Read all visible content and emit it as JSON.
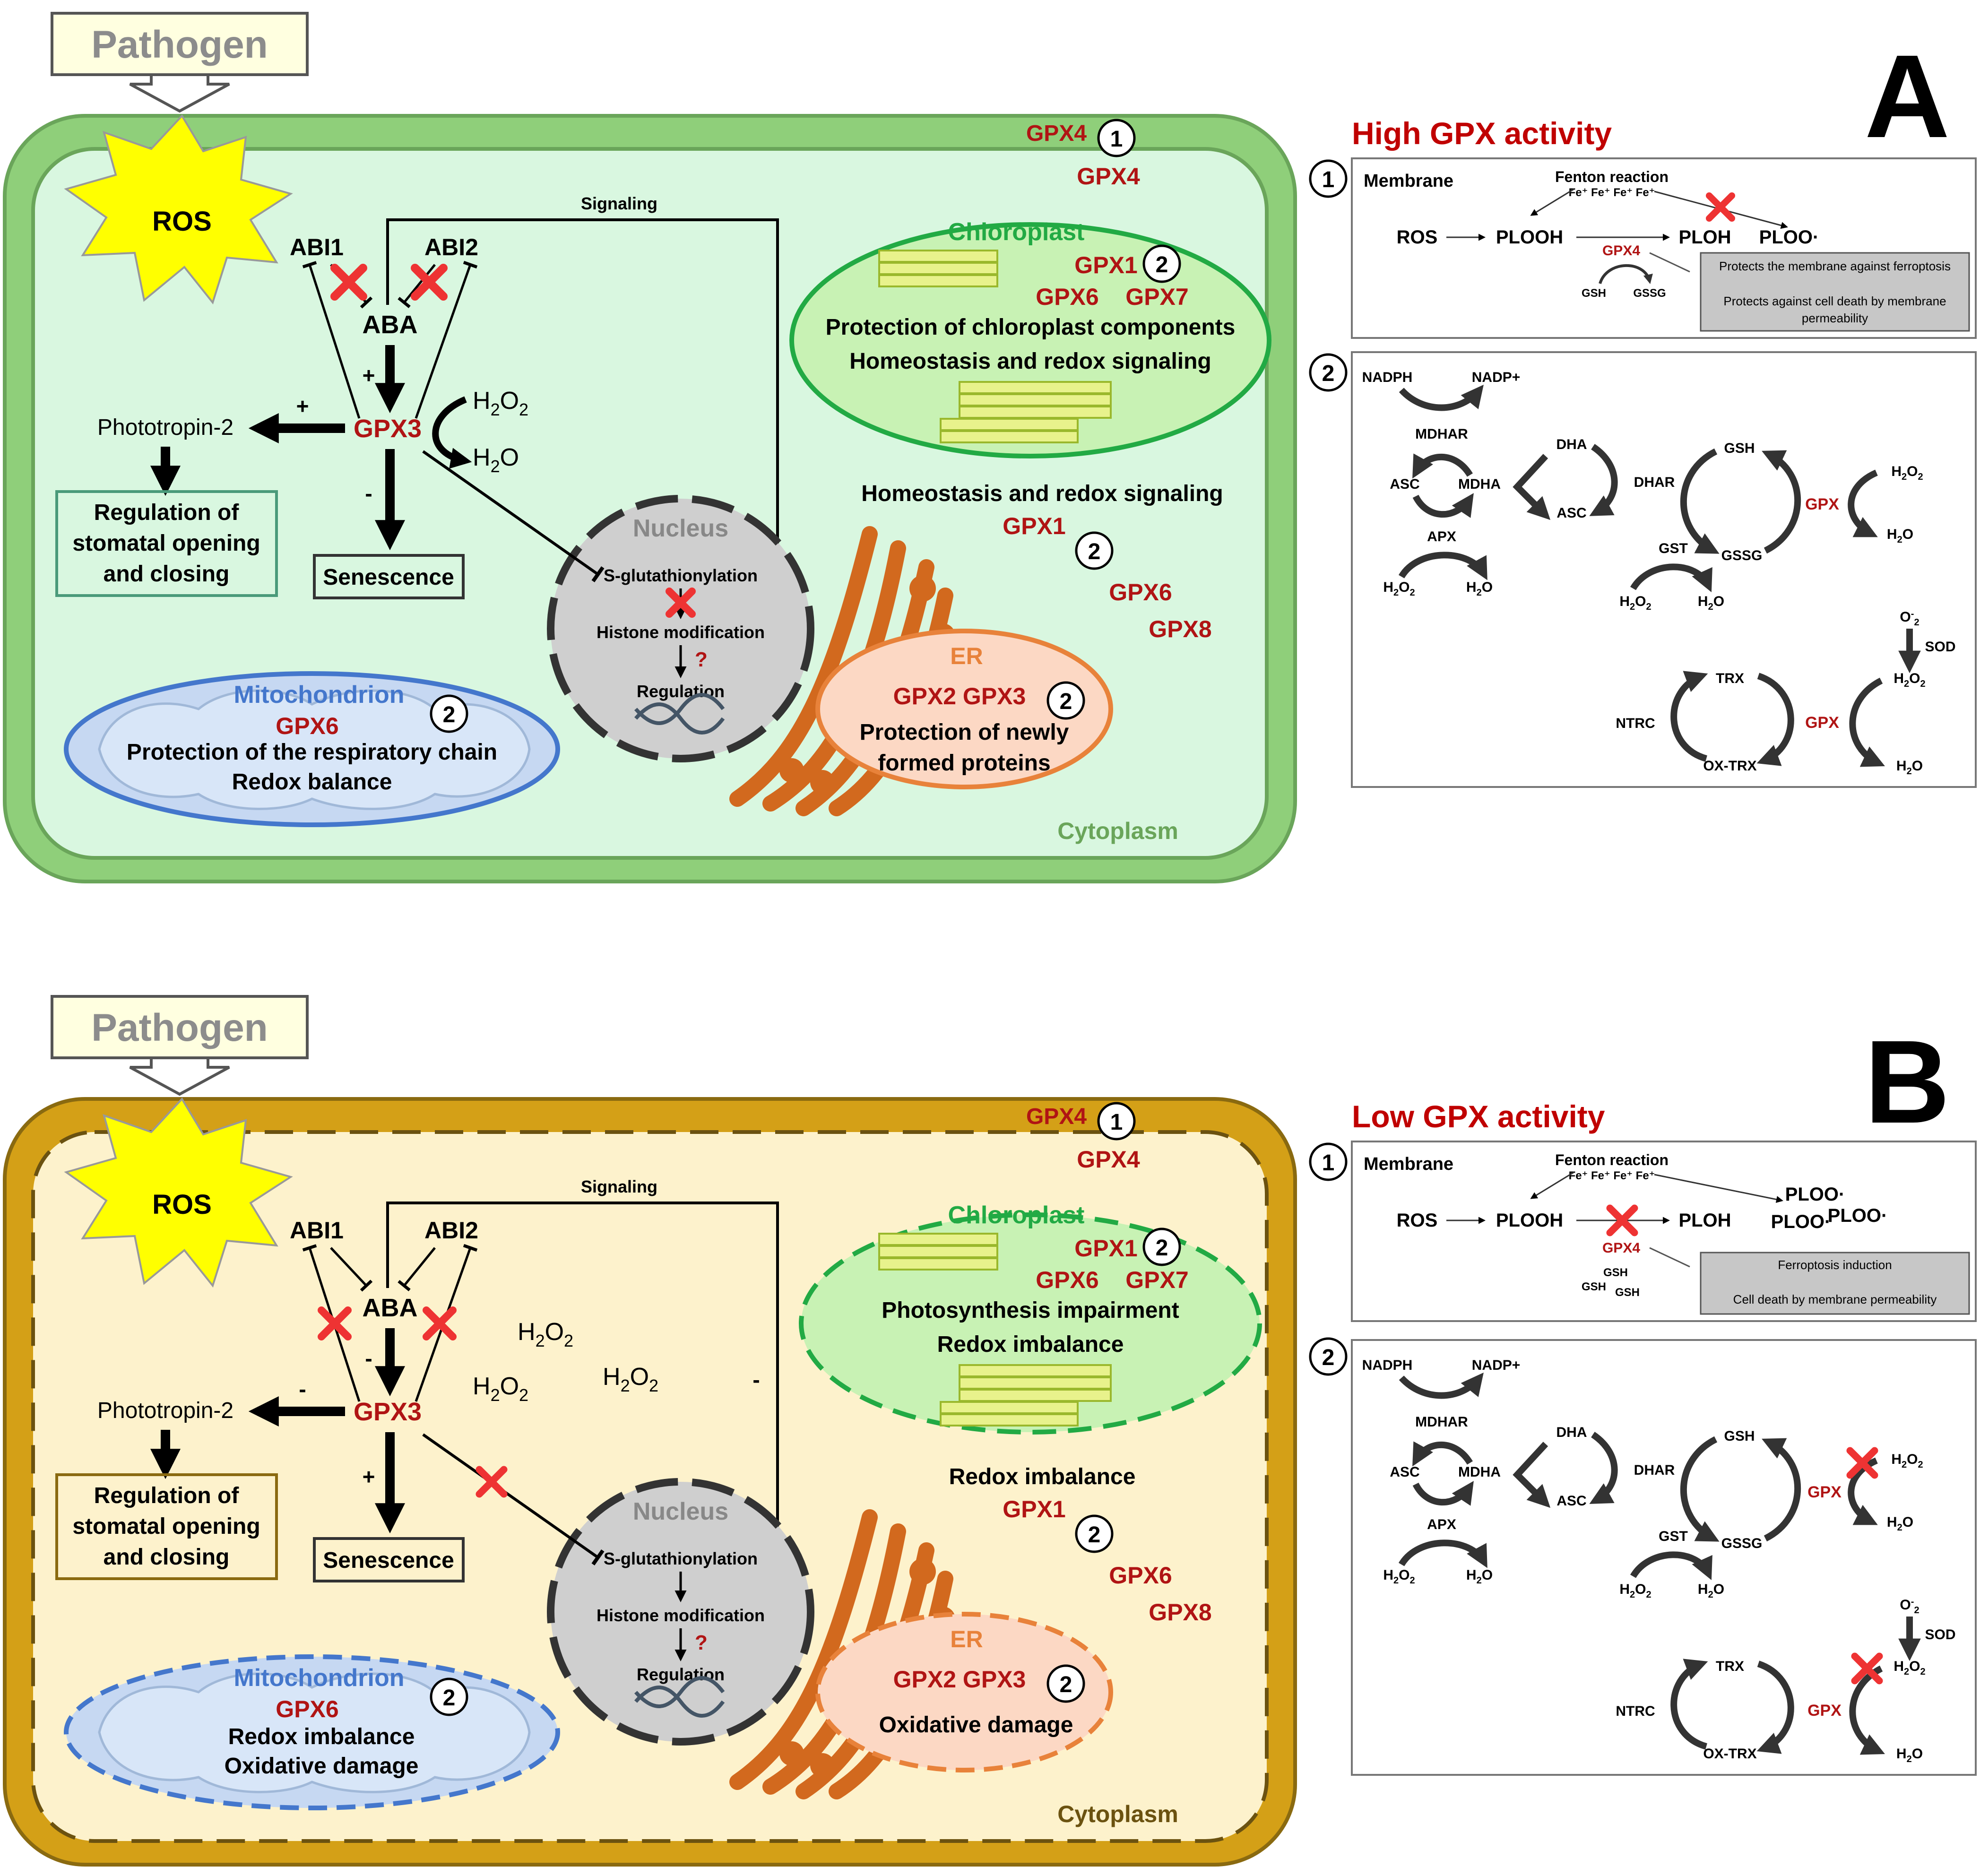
{
  "panel_a": {
    "letter": "A",
    "pathogen": "Pathogen",
    "ros": "ROS",
    "abi1": "ABI1",
    "abi2": "ABI2",
    "aba": "ABA",
    "gpx3": "GPX3",
    "h2o2": "H2O2",
    "h2o": "H2O",
    "phototropin": "Phototropin-2",
    "stomata": [
      "Regulation of",
      "stomatal opening",
      "and closing"
    ],
    "senescence": "Senescence",
    "signaling": "Signaling",
    "sign_aba": "+",
    "sign_photo": "+",
    "sign_sen": "-",
    "nucleus": {
      "title": "Nucleus",
      "s_glut": "S-glutathionylation",
      "histone": "Histone modification",
      "question": "?",
      "regulation": "Regulation"
    },
    "mito": {
      "title": "Mitochondrion",
      "gpx": "GPX6",
      "lines": [
        "Protection of the respiratory chain",
        "Redox balance"
      ]
    },
    "chloro": {
      "title": "Chloroplast",
      "gpx1": "GPX1",
      "gpx6": "GPX6",
      "gpx7": "GPX7",
      "lines": [
        "Protection of chloroplast components",
        "Homeostasis and redox signaling"
      ]
    },
    "er": {
      "title": "ER",
      "gpx": "GPX2 GPX3",
      "lines": [
        "Protection of newly",
        "formed proteins"
      ]
    },
    "cyto": {
      "title": "Homeostasis and redox signaling",
      "gpx1": "GPX1",
      "gpx6": "GPX6",
      "gpx8": "GPX8"
    },
    "membrane_gpx_outer": "GPX4",
    "membrane_gpx_inner": "GPX4",
    "cytoplasm": "Cytoplasm",
    "circle1": "1",
    "circle2": "2",
    "right": {
      "heading": "High GPX activity",
      "membrane_label": "Membrane",
      "fenton": "Fenton reaction",
      "fe": "Fe⁺ Fe⁺ Fe⁺ Fe⁺",
      "ros": "ROS",
      "plooh": "PLOOH",
      "ploh": "PLOH",
      "ploo": "PLOO·",
      "gpx4": "GPX4",
      "gsh": "GSH",
      "gssg": "GSSG",
      "box_lines": [
        "Protects the membrane against ferroptosis",
        "Protects against cell death by membrane",
        "permeability"
      ]
    }
  },
  "panel_b": {
    "letter": "B",
    "pathogen": "Pathogen",
    "ros": "ROS",
    "abi1": "ABI1",
    "abi2": "ABI2",
    "aba": "ABA",
    "gpx3": "GPX3",
    "h2o2": "H2O2",
    "phototropin": "Phototropin-2",
    "stomata": [
      "Regulation of",
      "stomatal opening",
      "and closing"
    ],
    "senescence": "Senescence",
    "signaling": "Signaling",
    "sign_aba": "-",
    "sign_photo": "-",
    "sign_sen": "+",
    "sign_signal": "-",
    "nucleus": {
      "title": "Nucleus",
      "s_glut": "S-glutathionylation",
      "histone": "Histone modification",
      "question": "?",
      "regulation": "Regulation"
    },
    "mito": {
      "title": "Mitochondrion",
      "gpx": "GPX6",
      "lines": [
        "Redox imbalance",
        "Oxidative damage"
      ]
    },
    "chloro": {
      "title": "Chloroplast",
      "gpx1": "GPX1",
      "gpx6": "GPX6",
      "gpx7": "GPX7",
      "lines": [
        "Photosynthesis impairment",
        "Redox imbalance"
      ]
    },
    "er": {
      "title": "ER",
      "gpx": "GPX2 GPX3",
      "lines": [
        "Oxidative damage"
      ]
    },
    "cyto": {
      "title": "Redox imbalance",
      "gpx1": "GPX1",
      "gpx6": "GPX6",
      "gpx8": "GPX8"
    },
    "membrane_gpx_outer": "GPX4",
    "membrane_gpx_inner": "GPX4",
    "cytoplasm": "Cytoplasm",
    "circle1": "1",
    "circle2": "2",
    "right": {
      "heading": "Low GPX activity",
      "membrane_label": "Membrane",
      "fenton": "Fenton reaction",
      "fe": "Fe⁺ Fe⁺ Fe⁺ Fe⁺",
      "ros": "ROS",
      "plooh": "PLOOH",
      "ploh": "PLOH",
      "ploo": "PLOO·",
      "gpx4": "GPX4",
      "gsh": "GSH",
      "box_lines": [
        "Ferroptosis induction",
        "Cell death by membrane permeability"
      ]
    }
  },
  "cycle": {
    "nadph": "NADPH",
    "nadp": "NADP+",
    "mdhar": "MDHAR",
    "asc": "ASC",
    "mdha": "MDHA",
    "apx": "APX",
    "dha": "DHA",
    "dhar": "DHAR",
    "gsh": "GSH",
    "gssg": "GSSG",
    "gst": "GST",
    "gpx": "GPX",
    "h2o2": "H2O2",
    "h2o": "H2O",
    "o2": "O-2",
    "sod": "SOD",
    "trx": "TRX",
    "ntrc": "NTRC",
    "oxtrx": "OX-TRX"
  },
  "colors": {
    "gpx_red": "#b01414",
    "cell_a_wall": "#8fcf7a",
    "cell_a_fill": "#d9f7e0",
    "cell_b_wall": "#d4a017",
    "cell_b_fill": "#fdf2cc",
    "ros_yellow": "#ffff00",
    "mito_blue": "#4477cc",
    "chloro_green": "#22aa44",
    "er_orange": "#e8823a",
    "golgi": "#d2691e"
  }
}
